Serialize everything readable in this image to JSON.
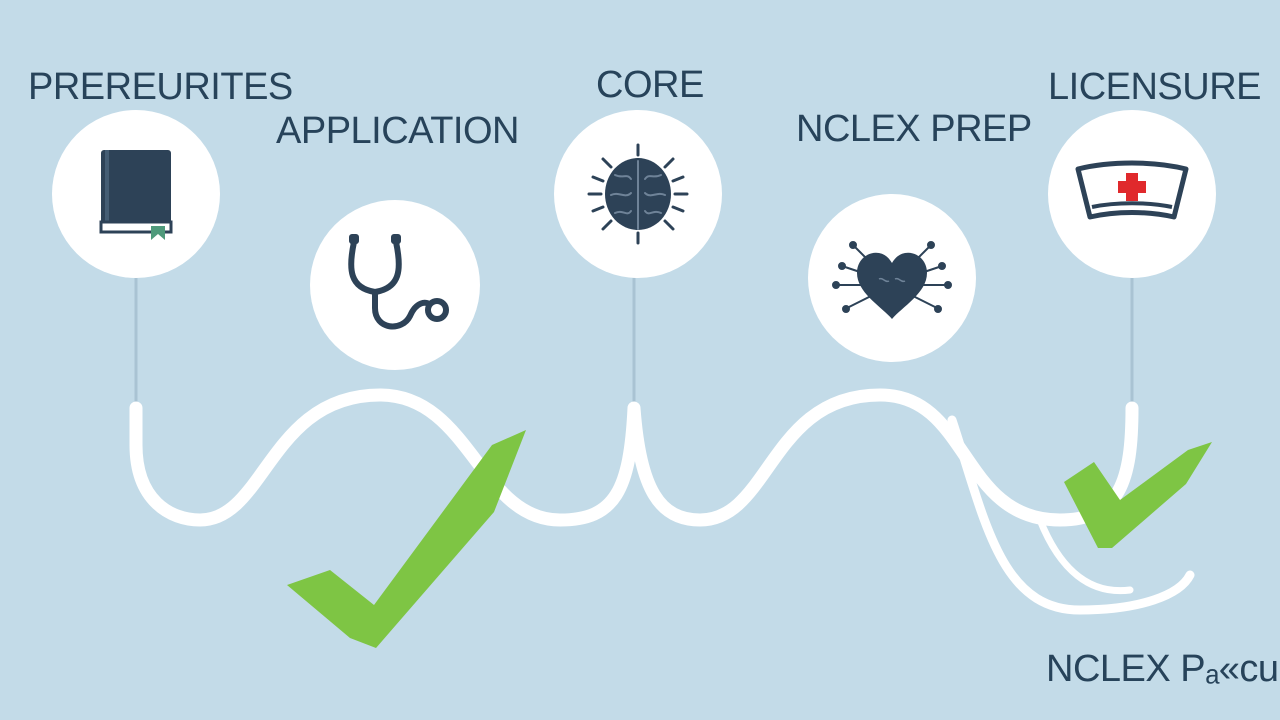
{
  "steps": [
    {
      "label": "PREREURITES",
      "icon": "book-icon"
    },
    {
      "label": "APPLICATION",
      "icon": "stethoscope-icon"
    },
    {
      "label": "CORE",
      "icon": "brain-icon"
    },
    {
      "label": "NCLEX PREP",
      "icon": "heart-icon"
    },
    {
      "label": "LICENSURE",
      "icon": "nurse-cap-icon"
    }
  ],
  "footer_label": "NCLEX Pₐ«cur",
  "colors": {
    "background": "#c3dbe8",
    "text": "#27435a",
    "icon": "#2d4257",
    "check": "#7ec544",
    "path": "#ffffff",
    "cross": "#e0292c"
  }
}
